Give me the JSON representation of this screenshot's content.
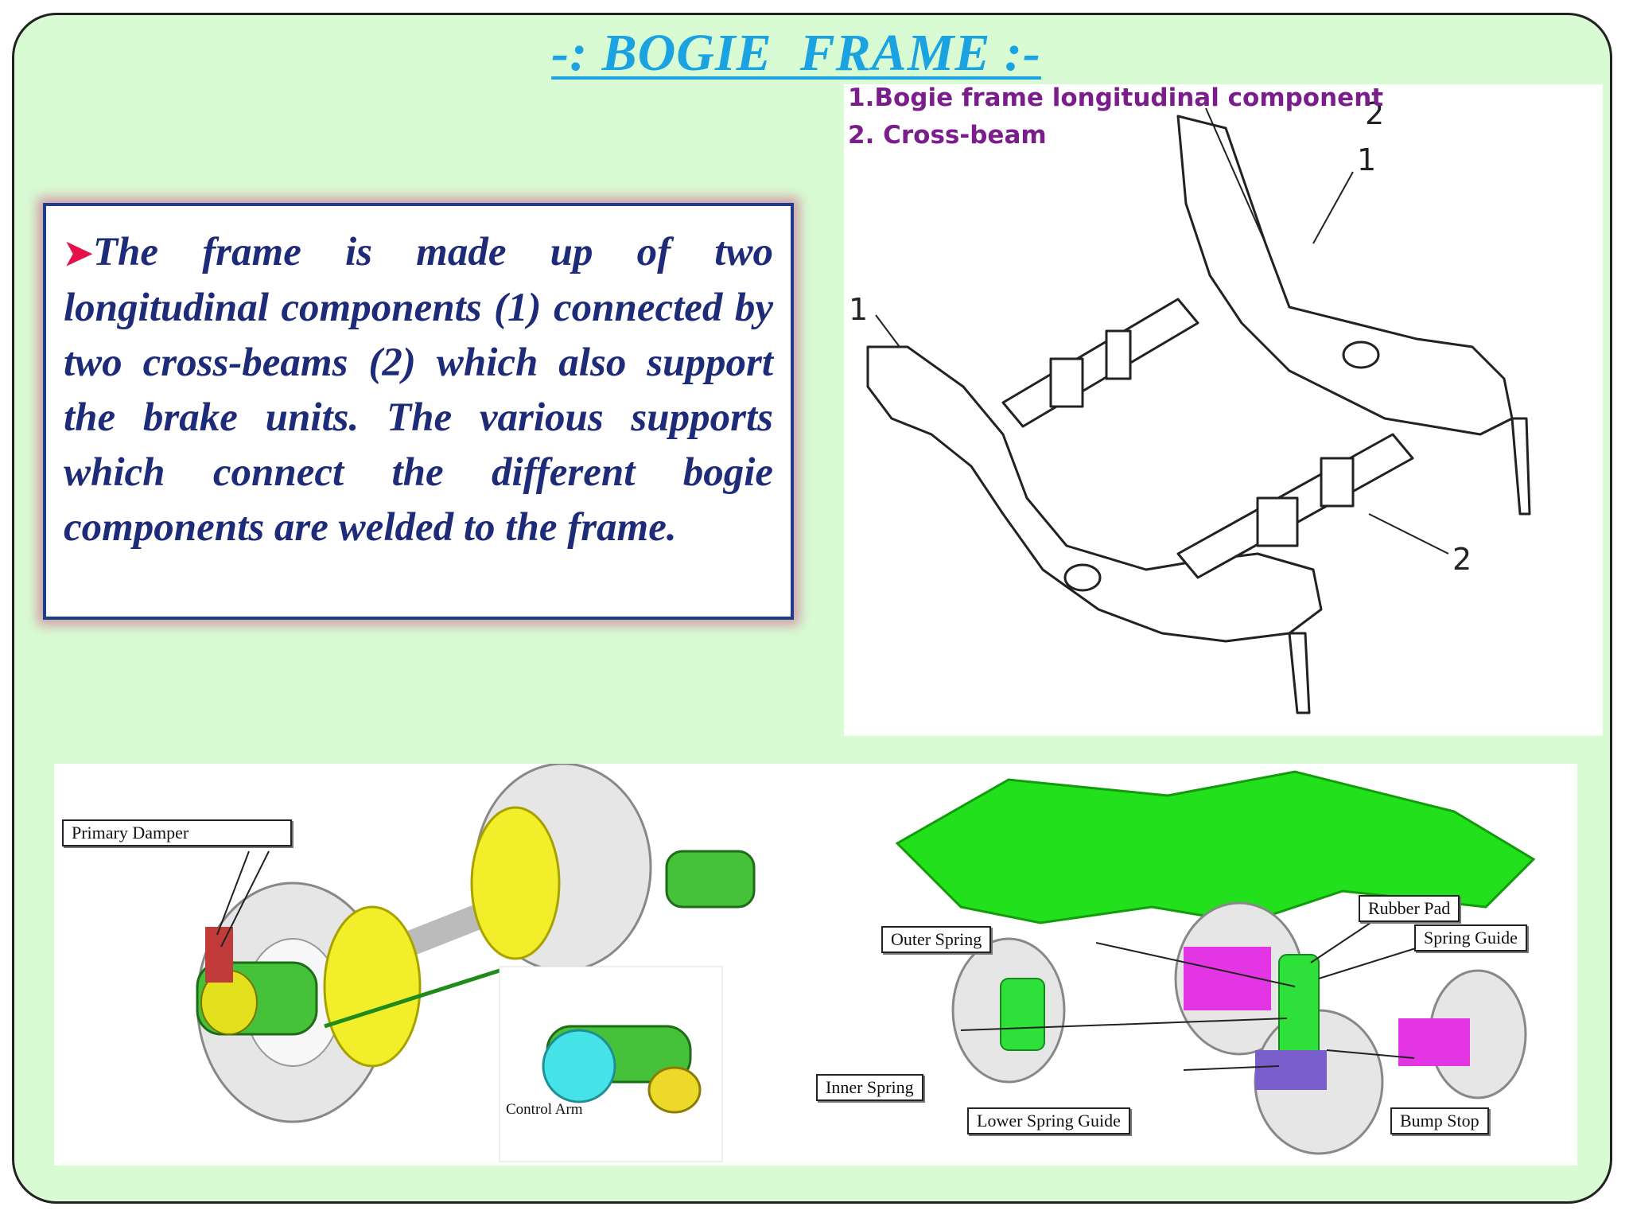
{
  "title": "-: BOGIE  FRAME :-",
  "description": {
    "bullet_icon": "arrow-bullet-icon",
    "text": "The frame is made up of two longitudinal components (1) connected by two cross-beams (2) which also support the brake units. The various supports which connect the different bogie components are welded to the frame."
  },
  "frame_diagram": {
    "legend": [
      "1.Bogie frame longitudinal component",
      "2. Cross-beam"
    ],
    "labels": [
      "1",
      "2",
      "1",
      "2"
    ]
  },
  "suspension_figure": {
    "left_callouts": [
      "Primary Damper",
      "Control Arm"
    ],
    "right_callouts": [
      "Outer Spring",
      "Rubber Pad",
      "Spring Guide",
      "Inner Spring",
      "Lower Spring Guide",
      "Bump Stop"
    ]
  },
  "colors": {
    "background": "#d8fbd4",
    "title": "#1aa3e0",
    "body_text": "#1e2b78",
    "legend_text": "#7a1e8c",
    "frame_green": "#22e01c"
  }
}
